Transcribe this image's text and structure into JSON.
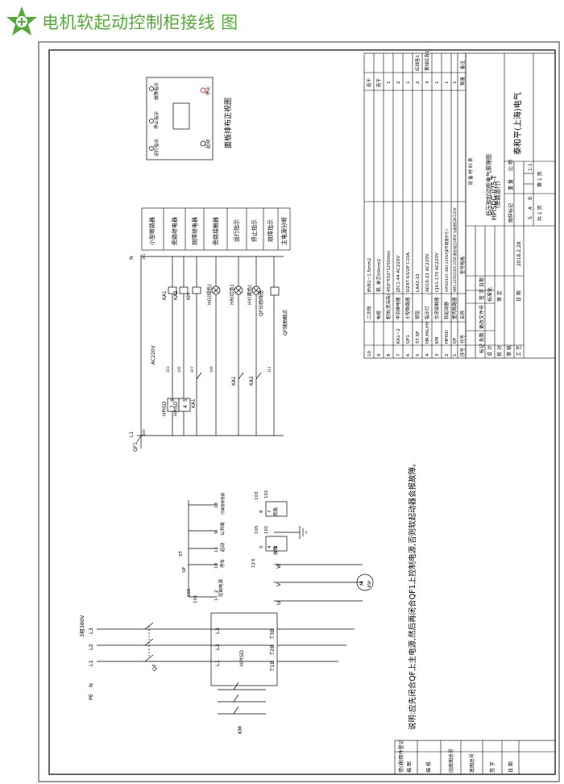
{
  "header": {
    "title": "电机软起动控制柜接线 图",
    "brand_color": "#56a83a"
  },
  "title_block": {
    "drawing_no": "HPISDG-II75-T",
    "name_line1": "低压软起动柜电气原理图",
    "name_line2": "(旁路运行)",
    "company": "泰和平(上海)电气",
    "date": "2018.2.28",
    "scale_label": "比 例",
    "scale": "1:1",
    "weight_label": "重 量",
    "stage_label": "图样标记",
    "stage_s": "S",
    "stage_a": "A",
    "stage_b": "B",
    "sheets_total": "共  1  页",
    "sheet_no": "第  1  页",
    "rev_headers": [
      "标记",
      "处数",
      "更改文件号",
      "签 字",
      "日期"
    ],
    "rows_labels": [
      "设 计",
      "校 对",
      "审 核",
      "工 艺",
      "标准化",
      "审 定",
      "日 期"
    ]
  },
  "bom": {
    "title": "设 备 材 料 表",
    "headers": [
      "序号",
      "代号",
      "名称",
      "型号规格",
      "数量",
      "备注"
    ],
    "rows": [
      {
        "no": "10",
        "code": "",
        "name": "二次线",
        "spec": "BVR1~1.5mm2",
        "qty": "若干",
        "note": ""
      },
      {
        "no": "9",
        "code": "",
        "name": "电缆",
        "spec": "铜, 单芯50mm2",
        "qty": "若干",
        "note": ""
      },
      {
        "no": "8",
        "code": "",
        "name": "柜体(宽深高)",
        "spec": "450*550*1250mm",
        "qty": "1",
        "note": ""
      },
      {
        "no": "7",
        "code": "KA1~2",
        "name": "中间继电器",
        "spec": "JZC1-44 AC220V",
        "qty": "2",
        "note": ""
      },
      {
        "no": "6",
        "code": "QF1",
        "name": "小型断路器",
        "spec": "DZ47-63/2P C10A",
        "qty": "1",
        "note": ""
      },
      {
        "no": "5",
        "code": "ST,SP",
        "name": "按钮",
        "spec": "LA42-22",
        "qty": "2",
        "note": "红绿各1"
      },
      {
        "no": "4",
        "code": "HR,HG,HY",
        "name": "指示灯",
        "spec": "AD16-22 AC220V",
        "qty": "3",
        "note": "黄绿红各1"
      },
      {
        "no": "3",
        "code": "KM",
        "name": "交流接触器",
        "spec": "CJX1-170 AC220V",
        "qty": "1",
        "note": ""
      },
      {
        "no": "2",
        "code": "HPISD",
        "name": "软起动器",
        "spec": "HPISD145-380-220V(操作键盘外引)",
        "qty": "1",
        "note": ""
      },
      {
        "no": "1",
        "code": "QF",
        "name": "塑壳断路器",
        "spec": "NM1-225S/3300 225A 额定电压380V 分励脱扣AC220V",
        "qty": "1",
        "note": ""
      }
    ]
  },
  "legend_table": [
    "小型断路器",
    "旁路继电器",
    "故障继电器",
    "旁路接触器",
    "运行指示",
    "停止指示",
    "故障指示",
    "主电源分断"
  ],
  "panel": {
    "caption": "面板排布正视图",
    "run_label": "运行指示",
    "stop_ind_label": "停止指示",
    "fault_label": "故障指示",
    "start_label": "起动",
    "stop_label": "停止"
  },
  "main_circuit": {
    "supply": "3相380V",
    "phases": [
      "L1",
      "L2",
      "L3"
    ],
    "pe": [
      "PE",
      "PE"
    ],
    "n": [
      "N",
      "N"
    ],
    "qf": "QF",
    "km": "KM",
    "hpisd": "HPISD",
    "out_terms": [
      "T1B",
      "T2B",
      "T3B"
    ],
    "in_terms": [
      "L1",
      "L2",
      "L3"
    ],
    "motor_terms": [
      "U",
      "V",
      "W"
    ],
    "motor": "M",
    "motor_kw": "KW"
  },
  "terminals": {
    "t101": "101",
    "t102": "102",
    "t103": "103",
    "t105": "105",
    "n1": "1",
    "n2": "2",
    "n3": "3",
    "n4": "4",
    "n5": "5",
    "n6": "6",
    "n7": "7",
    "n8": "8",
    "n9": "9",
    "n10": "10",
    "n11": "11",
    "n12": "12",
    "n13": "13",
    "lbl_ctrl_power": "控制电源",
    "lbl_stop": "停车",
    "lbl_start": "起动",
    "lbl_common": "公共端",
    "lbl_programmable": "可编程继电器",
    "lbl_bypass": "旁路",
    "lbl_fault": "故障",
    "sp": "SP",
    "st": "ST"
  },
  "control_circuit": {
    "qf1": "QF1",
    "l1": "L1",
    "ac": "AC220V",
    "ka1": "KA1",
    "ka2": "KA2",
    "km": "KM",
    "hg": "HG(绿色)",
    "hr": "HR(红色)",
    "hy": "HY(黄色)",
    "qf_shunt": "QF分励线圈",
    "qf_aux": "QF辅助触点",
    "hpisd_a": "HPISD",
    "hpisd_b": "HPISD",
    "w100": "100",
    "w101": "101",
    "w103": "103",
    "w105": "105",
    "w107": "107",
    "w109": "109",
    "w111": "111"
  },
  "note": "说明:应先闭合QF上主电源,然后再闭合QF1上控制电源,否则软起动器会报故障。",
  "stamp_labels": [
    "借(通)用件登记",
    "描 图",
    "描 校",
    "旧底图总号",
    "底图总号",
    "签 字",
    "日 期"
  ]
}
